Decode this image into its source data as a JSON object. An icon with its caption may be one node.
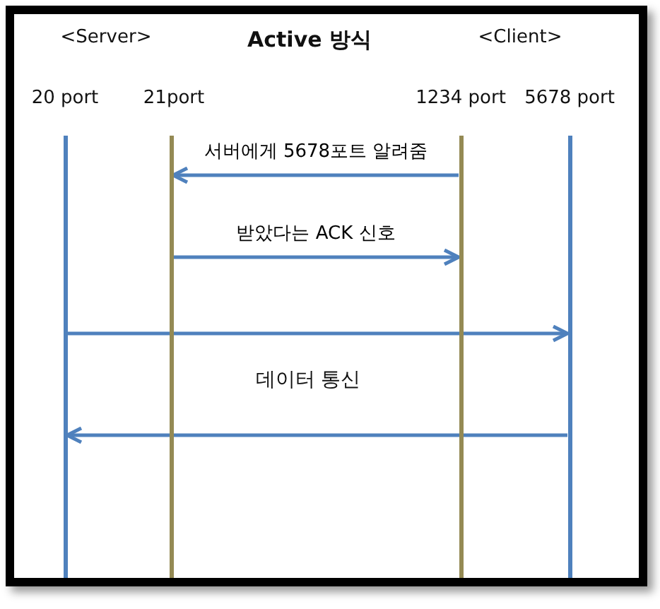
{
  "diagram": {
    "title": "Active 방식",
    "nodes": [
      {
        "text": [],
        "shape": "bar",
        "beside": [
          "20 port"
        ]
      },
      {
        "text": [],
        "shape": "bar",
        "beside": [
          "21port"
        ]
      },
      {
        "text": [],
        "shape": "bar",
        "beside": [
          "1234 port"
        ]
      },
      {
        "text": [],
        "shape": "bar",
        "beside": [
          "5678 port"
        ]
      }
    ],
    "edges": [
      {
        "from": 2,
        "to": 1,
        "arrow": "to",
        "label": "서버에게 5678포트 알려줌"
      },
      {
        "from": 1,
        "to": 2,
        "arrow": "to",
        "label": "받았다는 ACK 신호"
      },
      {
        "from": 0,
        "to": 3,
        "arrow": "to"
      },
      {
        "from": 3,
        "to": 0,
        "arrow": "to"
      }
    ],
    "labels": [
      "<Server>",
      "<Client>",
      "데이터 통신"
    ]
  }
}
